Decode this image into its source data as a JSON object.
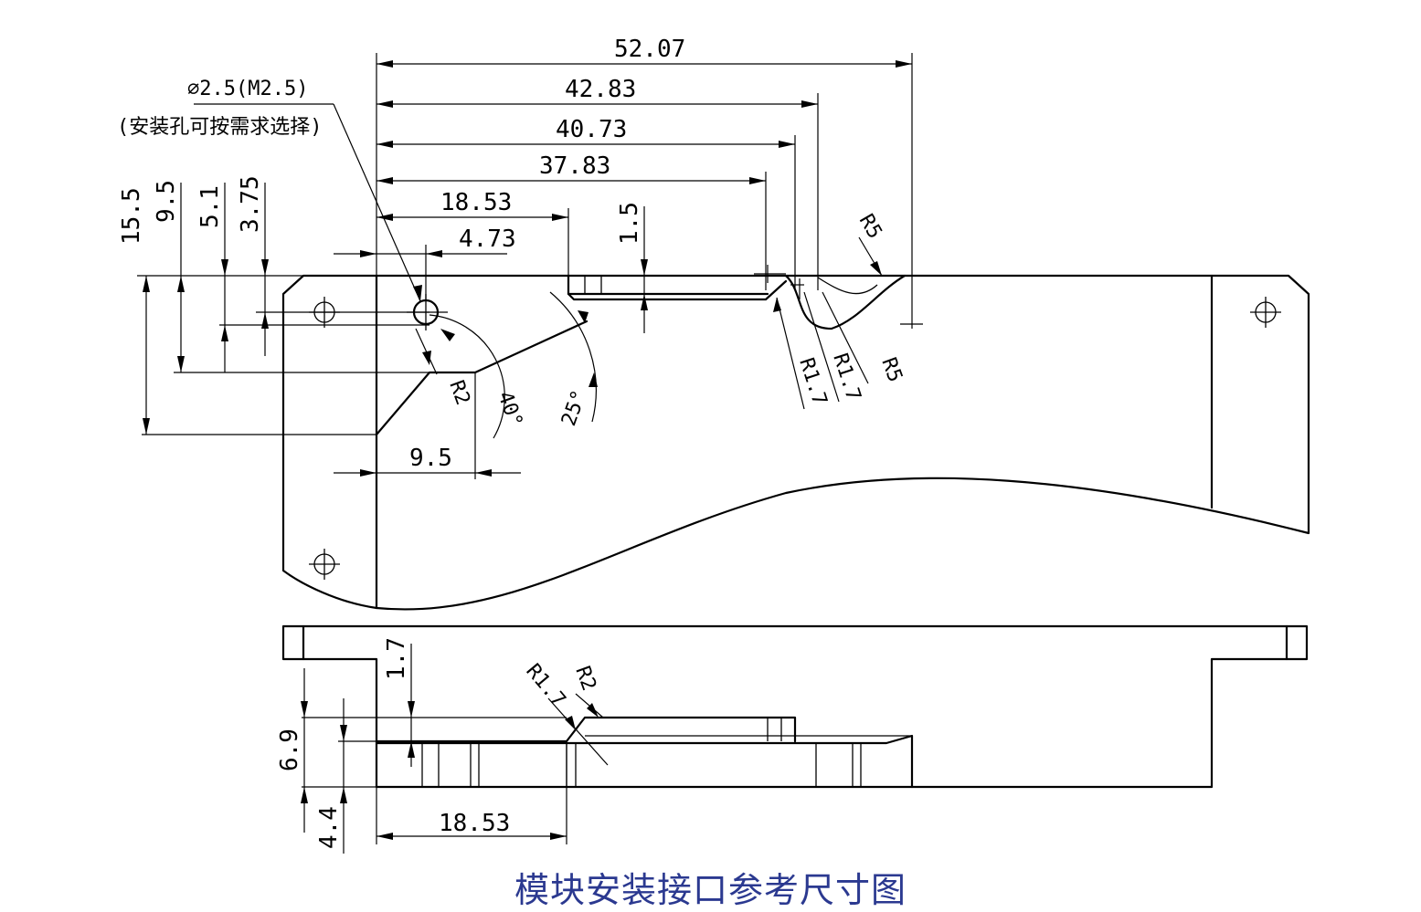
{
  "caption": "模块安装接口参考尺寸图",
  "colors": {
    "line": "#000000",
    "caption": "#2b3990"
  },
  "note": {
    "hole": "⌀2.5(M2.5)",
    "hole_remark": "(安装孔可按需求选择)"
  },
  "top_view": {
    "horizontal_dims": [
      "52.07",
      "42.83",
      "40.73",
      "37.83",
      "18.53",
      "4.73",
      "9.5"
    ],
    "vertical_dims": [
      "15.5",
      "9.5",
      "5.1",
      "3.75",
      "1.5"
    ],
    "radii": [
      "R5",
      "R5",
      "R1.7",
      "R1.7",
      "R2"
    ],
    "angles": [
      "40°",
      "25°"
    ]
  },
  "side_view": {
    "horizontal_dims": [
      "18.53"
    ],
    "vertical_dims": [
      "1.7",
      "6.9",
      "4.4"
    ],
    "radii": [
      "R1.7",
      "R2"
    ]
  }
}
